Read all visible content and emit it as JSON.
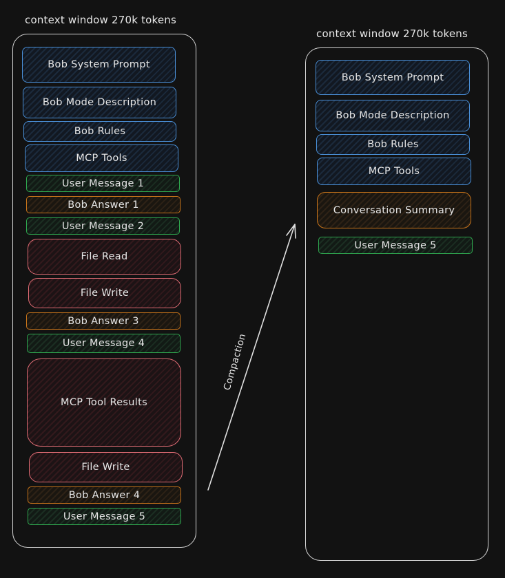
{
  "left_panel": {
    "title": "context window 270k tokens",
    "blocks": {
      "system_prompt": "Bob System Prompt",
      "mode_description": "Bob Mode Description",
      "rules": "Bob Rules",
      "mcp_tools": "MCP Tools",
      "user_message_1": "User Message 1",
      "bob_answer_1": "Bob Answer 1",
      "user_message_2": "User Message 2",
      "file_read": "File Read",
      "file_write_1": "File Write",
      "bob_answer_3": "Bob Answer 3",
      "user_message_4": "User Message 4",
      "mcp_tool_results": "MCP Tool Results",
      "file_write_2": "File Write",
      "bob_answer_4": "Bob Answer 4",
      "user_message_5": "User Message 5"
    }
  },
  "right_panel": {
    "title": "context window 270k tokens",
    "blocks": {
      "system_prompt": "Bob System Prompt",
      "mode_description": "Bob Mode Description",
      "rules": "Bob Rules",
      "mcp_tools": "MCP Tools",
      "conversation_summary": "Conversation Summary",
      "user_message_5": "User Message 5"
    }
  },
  "arrow": {
    "label": "Compaction"
  },
  "colors": {
    "background": "#121212",
    "system_blocks": "#4a90d9",
    "user_messages": "#2fa84f",
    "bob_answers": "#c8741a",
    "tool_calls": "#e06c75",
    "container_border": "#d8d8d8"
  }
}
